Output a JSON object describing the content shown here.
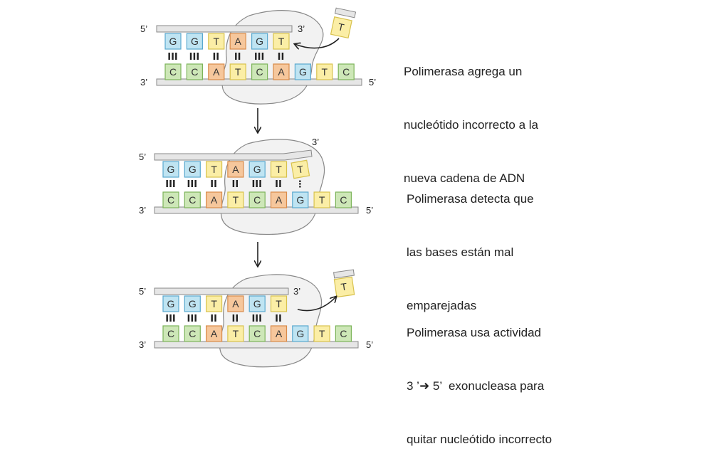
{
  "colors": {
    "G": "#bfe4f2",
    "T": "#fbeea6",
    "A": "#f6c79c",
    "C": "#cde7b7",
    "G_border": "#5aa9cf",
    "T_border": "#d8c24e",
    "A_border": "#d98b4a",
    "C_border": "#7db45a",
    "enzyme": "#f2f2f2",
    "strand": "#e6e6e6"
  },
  "steps": [
    {
      "id": "step-1",
      "top_label_5": "5’",
      "top_label_3": "3’",
      "bottom_label_3": "3’",
      "bottom_label_5": "5’",
      "top_bases": [
        "G",
        "G",
        "T",
        "A",
        "G",
        "T"
      ],
      "bonds": [
        "III",
        "III",
        "II",
        "II",
        "III",
        "II"
      ],
      "bottom_bases": [
        "C",
        "C",
        "A",
        "T",
        "C",
        "A",
        "G",
        "T",
        "C"
      ],
      "incoming_base": "T",
      "description": [
        "Polimerasa agrega un",
        "nucleótido incorrecto a la",
        "nueva cadena de ADN"
      ]
    },
    {
      "id": "step-2",
      "top_label_5": "5’",
      "top_label_3": "3’",
      "bottom_label_3": "3’",
      "bottom_label_5": "5’",
      "top_bases": [
        "G",
        "G",
        "T",
        "A",
        "G",
        "T",
        "T"
      ],
      "bonds": [
        "III",
        "III",
        "II",
        "II",
        "III",
        "II",
        "⋮"
      ],
      "bottom_bases": [
        "C",
        "C",
        "A",
        "T",
        "C",
        "A",
        "G",
        "T",
        "C"
      ],
      "description": [
        "Polimerasa detecta que",
        "las bases están mal",
        "emparejadas"
      ]
    },
    {
      "id": "step-3",
      "top_label_5": "5’",
      "top_label_3": "3’",
      "bottom_label_3": "3’",
      "bottom_label_5": "5’",
      "top_bases": [
        "G",
        "G",
        "T",
        "A",
        "G",
        "T"
      ],
      "bonds": [
        "III",
        "III",
        "II",
        "II",
        "III",
        "II"
      ],
      "bottom_bases": [
        "C",
        "C",
        "A",
        "T",
        "C",
        "A",
        "G",
        "T",
        "C"
      ],
      "removed_base": "T",
      "description": [
        "Polimerasa usa actividad",
        "3 ’➜ 5’  exonucleasa para",
        "quitar nucleótido incorrecto"
      ]
    }
  ]
}
